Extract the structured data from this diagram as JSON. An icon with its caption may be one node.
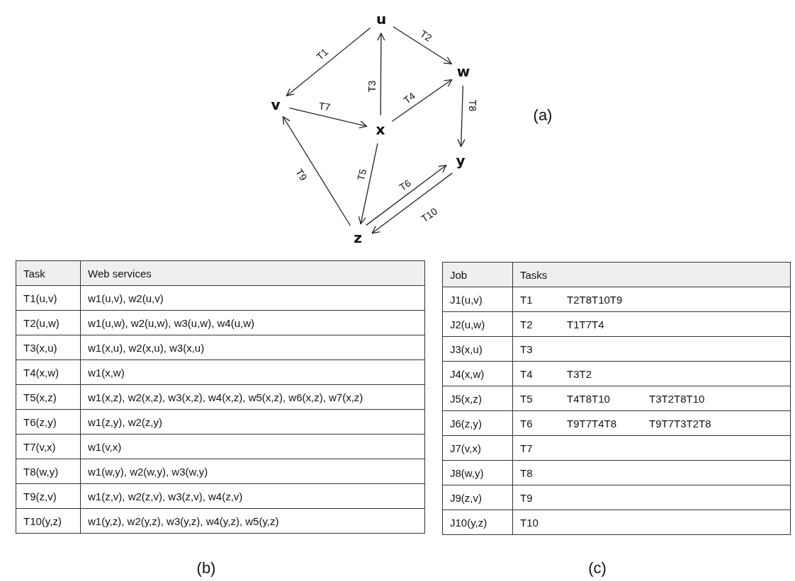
{
  "diagram": {
    "nodes": [
      {
        "text": [
          "u"
        ]
      },
      {
        "text": [
          "w"
        ]
      },
      {
        "text": [
          "v"
        ]
      },
      {
        "text": [
          "x"
        ]
      },
      {
        "text": [
          "y"
        ]
      },
      {
        "text": [
          "z"
        ]
      }
    ],
    "edges": [
      {
        "from": 0,
        "to": 2,
        "arrow": "to",
        "label": "T1"
      },
      {
        "from": 0,
        "to": 1,
        "arrow": "to",
        "label": "T2"
      },
      {
        "from": 3,
        "to": 0,
        "arrow": "to",
        "label": "T3"
      },
      {
        "from": 3,
        "to": 1,
        "arrow": "to",
        "label": "T4"
      },
      {
        "from": 3,
        "to": 5,
        "arrow": "to",
        "label": "T5"
      },
      {
        "from": 5,
        "to": 4,
        "arrow": "to",
        "label": "T6"
      },
      {
        "from": 2,
        "to": 3,
        "arrow": "to",
        "label": "T7"
      },
      {
        "from": 1,
        "to": 4,
        "arrow": "to",
        "label": "T8"
      },
      {
        "from": 5,
        "to": 2,
        "arrow": "to",
        "label": "T9"
      },
      {
        "from": 4,
        "to": 5,
        "arrow": "to",
        "label": "T10"
      }
    ],
    "labels": [
      "(a)",
      "Task",
      "Web services",
      "T1(u,v)",
      "w1(u,v), w2(u,v)",
      "T2(u,w)",
      "w1(u,w), w2(u,w), w3(u,w), w4(u,w)",
      "T3(x,u)",
      "w1(x,u), w2(x,u), w3(x,u)",
      "T4(x,w)",
      "w1(x,w)",
      "T5(x,z)",
      "w1(x,z), w2(x,z), w3(x,z), w4(x,z), w5(x,z), w6(x,z), w7(x,z)",
      "T6(z,y)",
      "w1(z,y), w2(z,y)",
      "T7(v,x)",
      "w1(v,x)",
      "T8(w,y)",
      "w1(w,y), w2(w,y), w3(w,y)",
      "T9(z,v)",
      "w1(z,v), w2(z,v), w3(z,v), w4(z,v)",
      "T10(y,z)",
      "w1(y,z), w2(y,z), w3(y,z), w4(y,z), w5(y,z)",
      "Job",
      "Tasks",
      "J1(u,v)",
      "T1",
      "T2T8T10T9",
      "J2(u,w)",
      "T2",
      "T1T7T4",
      "J3(x,u)",
      "T3",
      "J4(x,w)",
      "T4",
      "T3T2",
      "J5(x,z)",
      "T5",
      "T4T8T10",
      "T3T2T8T10",
      "J6(z,y)",
      "T6",
      "T9T7T4T8",
      "T9T7T3T2T8",
      "J7(v,x)",
      "T7",
      "J8(w,y)",
      "T8",
      "J9(z,v)",
      "T9",
      "J10(y,z)",
      "T10",
      "(b)",
      "(c)"
    ]
  }
}
